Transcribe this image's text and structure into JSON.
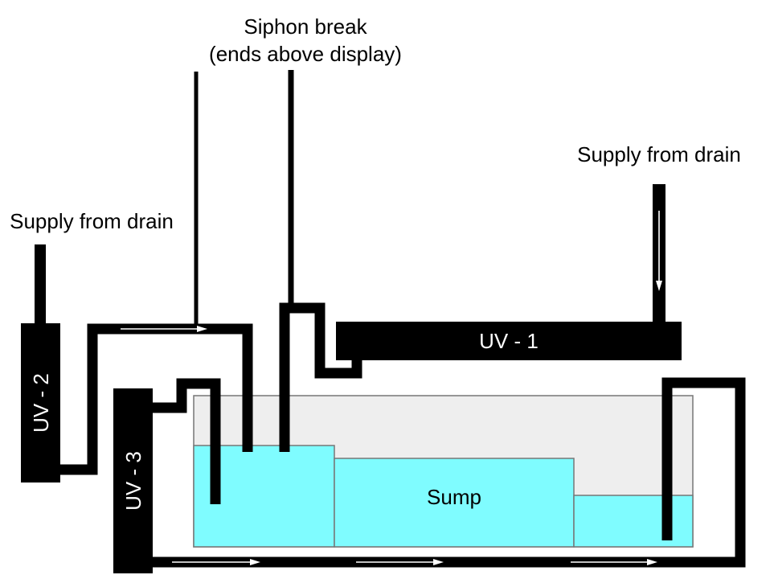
{
  "labels": {
    "siphon_break_line1": "Siphon break",
    "siphon_break_line2": "(ends above display)",
    "supply_left": "Supply from drain",
    "supply_right": "Supply from drain",
    "uv1": "UV - 1",
    "uv2": "UV - 2",
    "uv3": "UV - 3",
    "sump": "Sump"
  },
  "colors": {
    "water": "#7ffcff",
    "sump_air": "#eeeeee",
    "pipe": "#000000",
    "flow_arrow": "#ffffff"
  }
}
